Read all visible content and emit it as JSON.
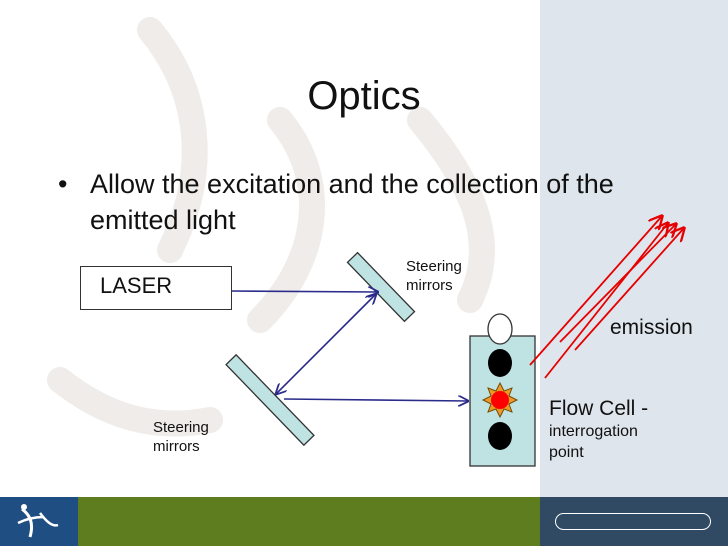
{
  "slide": {
    "title": "Optics",
    "bullet": "Allow the excitation and the collection of the emitted light",
    "bullet_marker": "•"
  },
  "diagram": {
    "laser_label": "LASER",
    "steering_top": {
      "line1": "Steering",
      "line2": "mirrors"
    },
    "steering_bottom": {
      "line1": "Steering",
      "line2": "mirrors"
    },
    "emission_label": "emission",
    "flow_cell": {
      "line1": "Flow Cell -",
      "line2": "interrogation",
      "line3": "point"
    }
  },
  "colors": {
    "panel": "#dfe5ec",
    "footer_green": "#5e7d1f",
    "footer_navy": "#314a63",
    "mirror_fill": "#bfe3e3",
    "beam": "#2b2b8c",
    "emission": "#e60000",
    "cell_fill": "#bfe3e3",
    "cell_dot_center": "#ff0000"
  },
  "icons": {
    "logo": "dna-figure-logo-icon"
  }
}
